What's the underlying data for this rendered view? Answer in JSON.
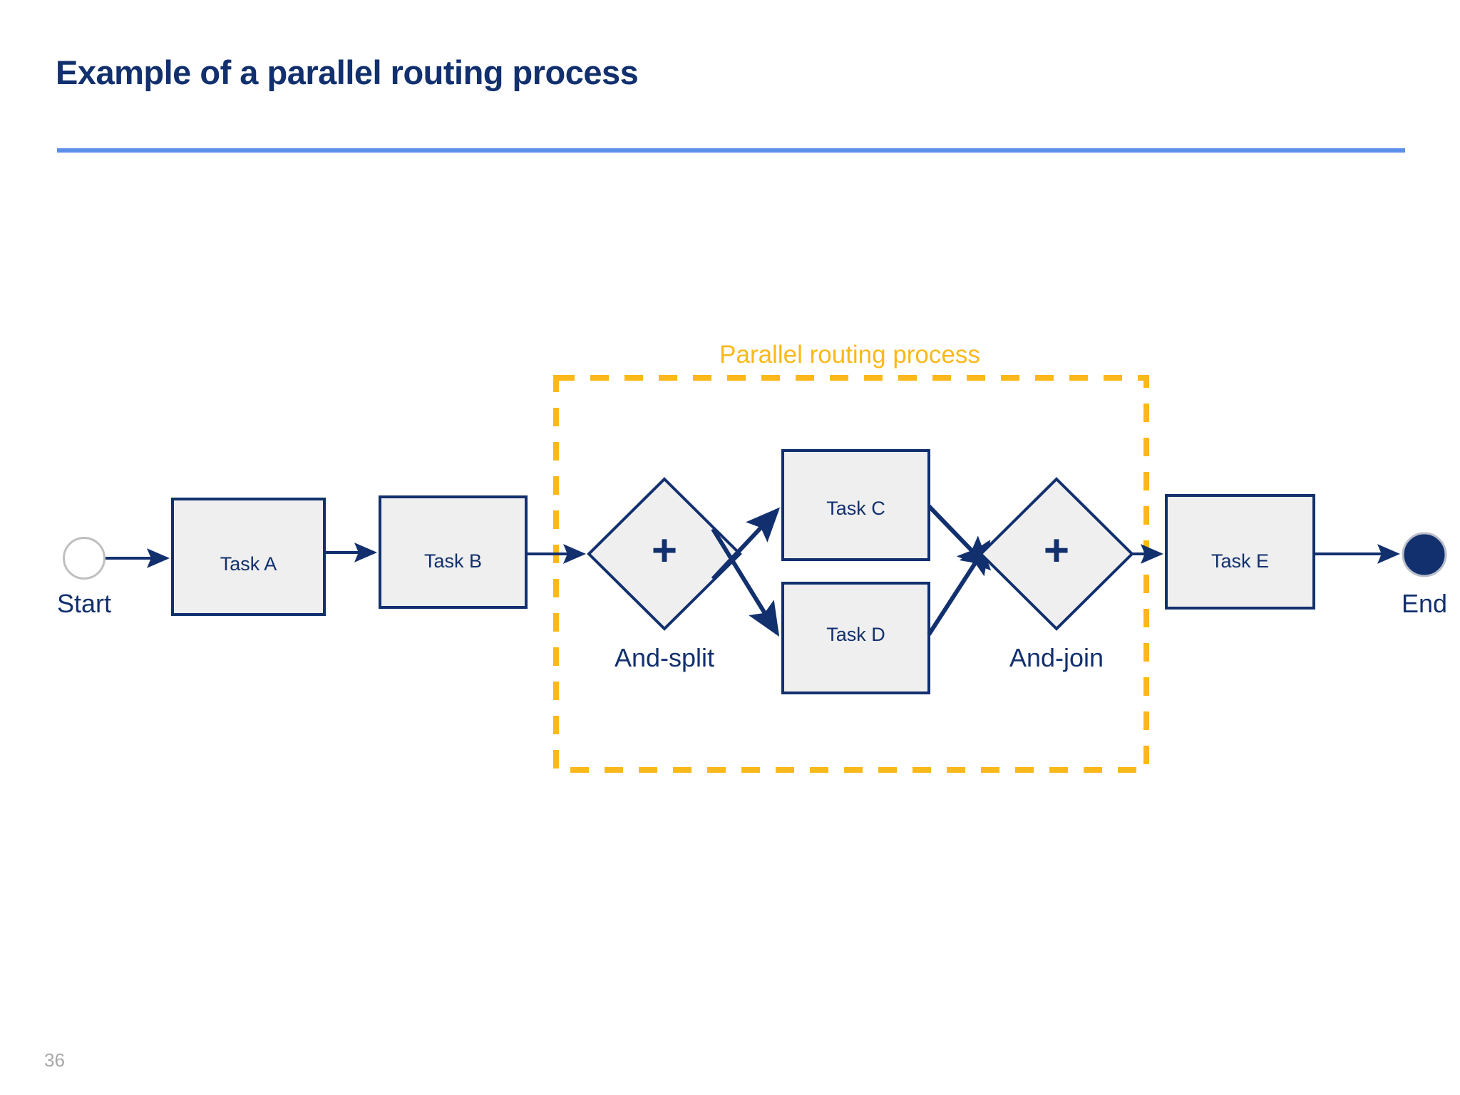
{
  "slide": {
    "title": "Example of a parallel routing process",
    "page_number": "36",
    "accent_rule_color": "#5B8FE8",
    "title_color": "#12306E"
  },
  "diagram": {
    "type": "workflow-flowchart",
    "shape_fill": "#EFEFEF",
    "shape_stroke": "#12306E",
    "connector_color": "#12306E",
    "group_color": "#FAB81B",
    "start": {
      "label": "Start",
      "shape": "circle-outline"
    },
    "end": {
      "label": "End",
      "shape": "circle-filled"
    },
    "tasks": [
      {
        "id": "task-a",
        "label": "Task A"
      },
      {
        "id": "task-b",
        "label": "Task B"
      },
      {
        "id": "task-c",
        "label": "Task C"
      },
      {
        "id": "task-d",
        "label": "Task D"
      },
      {
        "id": "task-e",
        "label": "Task E"
      }
    ],
    "gateways": [
      {
        "id": "and-split",
        "label": "And-split",
        "symbol": "+"
      },
      {
        "id": "and-join",
        "label": "And-join",
        "symbol": "+"
      }
    ],
    "group": {
      "caption": "Parallel routing process",
      "border_style": "dashed"
    },
    "flow": [
      "Start -> Task A",
      "Task A -> Task B",
      "Task B -> And-split",
      "And-split -> Task C",
      "And-split -> Task D",
      "Task C -> And-join",
      "Task D -> And-join",
      "And-join -> Task E",
      "Task E -> End"
    ]
  }
}
